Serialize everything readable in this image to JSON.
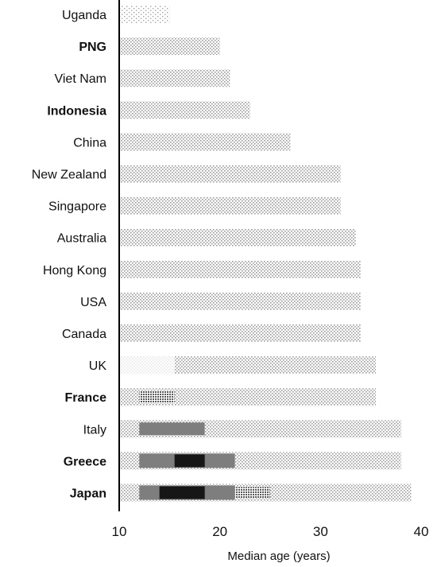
{
  "chart_data": {
    "type": "bar",
    "orientation": "horizontal",
    "xlabel": "Median age (years)",
    "xlim": [
      10,
      40
    ],
    "xticks": [
      10,
      20,
      30,
      40
    ],
    "grid": false,
    "categories": [
      "Uganda",
      "PNG",
      "Viet Nam",
      "Indonesia",
      "China",
      "New Zealand",
      "Singapore",
      "Australia",
      "Hong Kong",
      "USA",
      "Canada",
      "UK",
      "France",
      "Italy",
      "Greece",
      "Japan"
    ],
    "values": [
      15,
      20,
      21,
      23,
      27,
      32,
      32,
      33.5,
      34,
      34,
      34,
      35.5,
      35.5,
      38,
      38,
      39
    ],
    "bold_categories": [
      "PNG",
      "Indonesia",
      "France",
      "Greece",
      "Japan"
    ],
    "colors": {
      "light": "#b4b4b4",
      "medium": "#7e7e7e",
      "dark": "#161616",
      "axis": "#000000"
    }
  }
}
